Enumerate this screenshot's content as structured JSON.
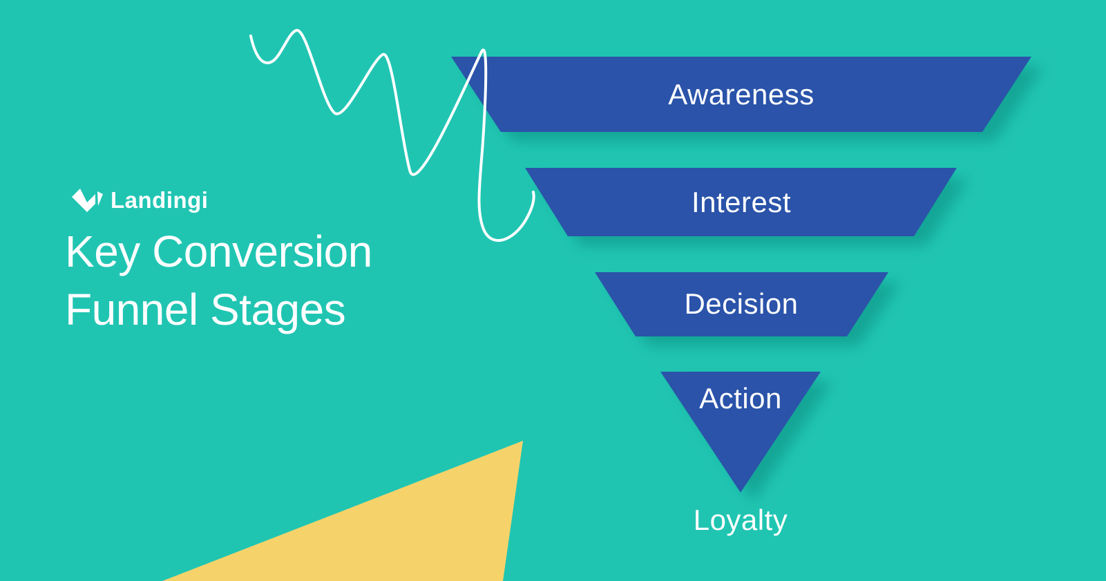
{
  "brand": {
    "logo_text": "Landingi",
    "logo_icon": "landingi-diamond-icon"
  },
  "headline": "Key Conversion\nFunnel Stages",
  "funnel": {
    "type": "funnel-diagram",
    "stages": [
      {
        "label": "Awareness"
      },
      {
        "label": "Interest"
      },
      {
        "label": "Decision"
      },
      {
        "label": "Action"
      },
      {
        "label": "Loyalty"
      }
    ]
  },
  "colors": {
    "background_teal": "#20C5B2",
    "funnel_blue": "#2B52A9",
    "accent_yellow": "#F6D36A",
    "text_white": "#FFFFFF",
    "shadow_teal": "#077065"
  }
}
